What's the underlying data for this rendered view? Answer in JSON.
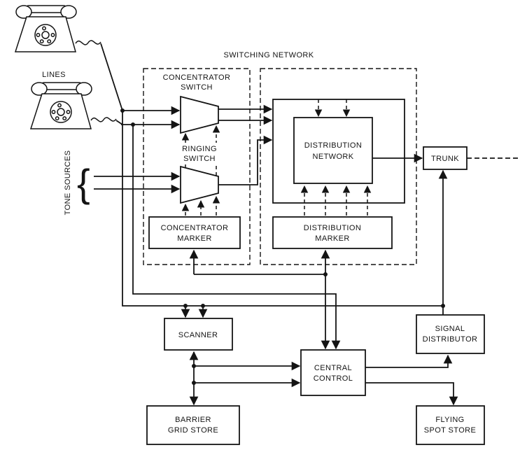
{
  "title": "SWITCHING NETWORK",
  "colors": {
    "ink": "#141414",
    "background": "#ffffff"
  },
  "labels": {
    "lines": "LINES",
    "tone_sources": "TONE SOURCES",
    "tone_brace": "{",
    "trunk": "TRUNK",
    "scanner": "SCANNER"
  },
  "boxes": {
    "concentrator_switch": {
      "line1": "CONCENTRATOR",
      "line2": "SWITCH"
    },
    "ringing_switch": {
      "line1": "RINGING",
      "line2": "SWITCH"
    },
    "distribution_network": {
      "line1": "DISTRIBUTION",
      "line2": "NETWORK"
    },
    "concentrator_marker": {
      "line1": "CONCENTRATOR",
      "line2": "MARKER"
    },
    "distribution_marker": {
      "line1": "DISTRIBUTION",
      "line2": "MARKER"
    },
    "central_control": {
      "line1": "CENTRAL",
      "line2": "CONTROL"
    },
    "signal_distributor": {
      "line1": "SIGNAL",
      "line2": "DISTRIBUTOR"
    },
    "barrier_grid_store": {
      "line1": "BARRIER",
      "line2": "GRID STORE"
    },
    "flying_spot_store": {
      "line1": "FLYING",
      "line2": "SPOT STORE"
    }
  }
}
